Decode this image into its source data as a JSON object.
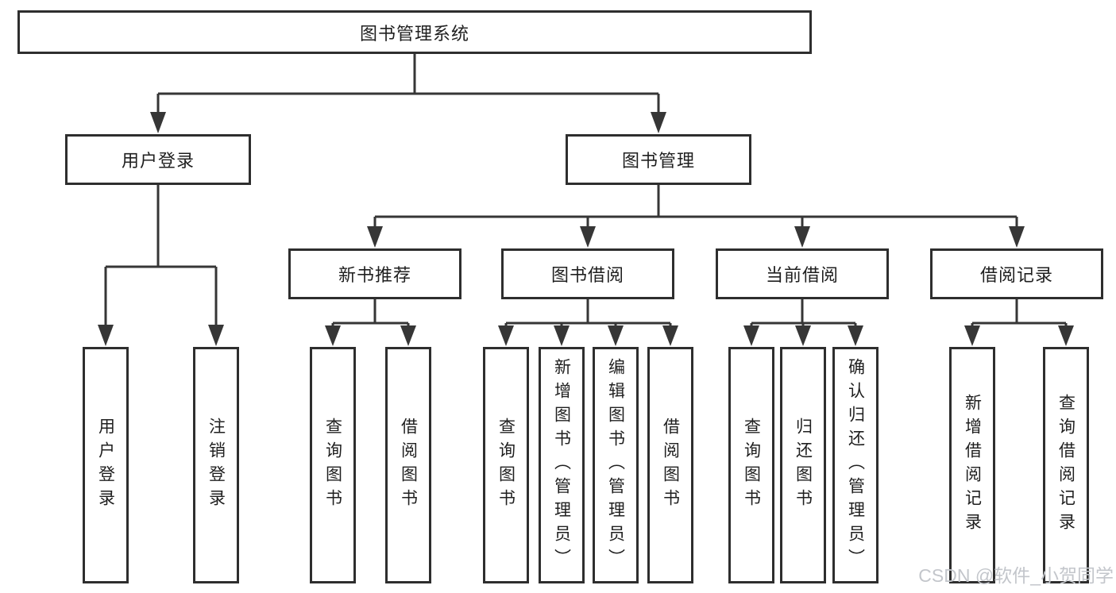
{
  "diagram": {
    "root": {
      "label": "图书管理系统"
    },
    "level2": [
      {
        "id": "user-login",
        "label": "用户登录"
      },
      {
        "id": "book-management",
        "label": "图书管理"
      }
    ],
    "level3": [
      {
        "id": "new-book-recommend",
        "label": "新书推荐"
      },
      {
        "id": "book-borrowing",
        "label": "图书借阅"
      },
      {
        "id": "current-borrowing",
        "label": "当前借阅"
      },
      {
        "id": "borrow-records",
        "label": "借阅记录"
      }
    ],
    "leaves": [
      {
        "id": "user-login-leaf",
        "label": "用户登录"
      },
      {
        "id": "logout-leaf",
        "label": "注销登录"
      },
      {
        "id": "recommend-query-books",
        "label": "查询图书"
      },
      {
        "id": "recommend-borrow-books",
        "label": "借阅图书"
      },
      {
        "id": "borrowing-query-books",
        "label": "查询图书"
      },
      {
        "id": "borrowing-add-books",
        "label": "新增图书（管理员）"
      },
      {
        "id": "borrowing-edit-books",
        "label": "编辑图书（管理员）"
      },
      {
        "id": "borrowing-borrow-books",
        "label": "借阅图书"
      },
      {
        "id": "current-query-books",
        "label": "查询图书"
      },
      {
        "id": "current-return-books",
        "label": "归还图书"
      },
      {
        "id": "current-confirm-return",
        "label": "确认归还（管理员）"
      },
      {
        "id": "records-add-record",
        "label": "新增借阅记录"
      },
      {
        "id": "records-query-record",
        "label": "查询借阅记录"
      }
    ]
  },
  "watermark": {
    "text": "CSDN @软件_小贺同学",
    "color": "#c3c6cb"
  },
  "colors": {
    "line": "#363636",
    "border": "#2e2e2e",
    "text": "#1f1f1f",
    "background": "#ffffff"
  }
}
